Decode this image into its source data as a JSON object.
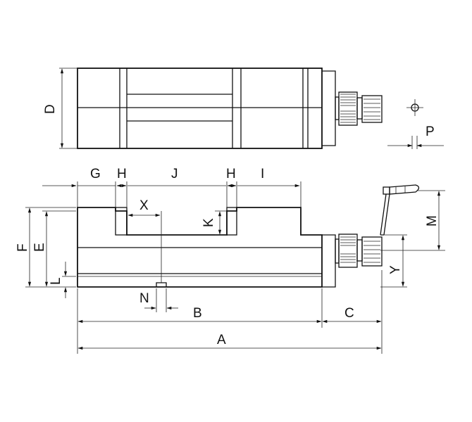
{
  "labels": {
    "A": "A",
    "B": "B",
    "C": "C",
    "D": "D",
    "E": "E",
    "F": "F",
    "G": "G",
    "H1": "H",
    "H2": "H",
    "I": "I",
    "J": "J",
    "K": "K",
    "L": "L",
    "M": "M",
    "N": "N",
    "P": "P",
    "X": "X",
    "Y": "Y"
  }
}
